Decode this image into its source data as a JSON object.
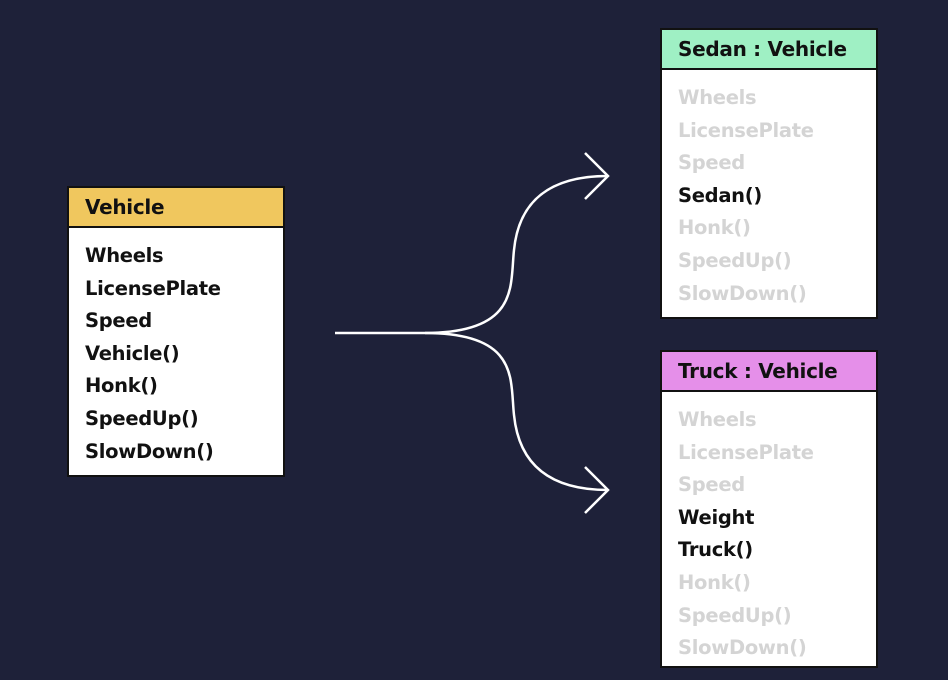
{
  "colors": {
    "background": "#1e2139",
    "vehicle_header": "#f0c75e",
    "sedan_header": "#9ff0c4",
    "truck_header": "#e58fe9",
    "own_member": "#111111",
    "inherited_member": "#d4d4d4",
    "arrow": "#ffffff"
  },
  "vehicle": {
    "title": "Vehicle",
    "members": [
      "Wheels",
      "LicensePlate",
      "Speed",
      "Vehicle()",
      "Honk()",
      "SpeedUp()",
      "SlowDown()"
    ]
  },
  "sedan": {
    "title": "Sedan : Vehicle",
    "members": [
      {
        "label": "Wheels",
        "inherited": true
      },
      {
        "label": "LicensePlate",
        "inherited": true
      },
      {
        "label": "Speed",
        "inherited": true
      },
      {
        "label": "Sedan()",
        "inherited": false
      },
      {
        "label": "Honk()",
        "inherited": true
      },
      {
        "label": "SpeedUp()",
        "inherited": true
      },
      {
        "label": "SlowDown()",
        "inherited": true
      }
    ]
  },
  "truck": {
    "title": "Truck : Vehicle",
    "members": [
      {
        "label": "Wheels",
        "inherited": true
      },
      {
        "label": "LicensePlate",
        "inherited": true
      },
      {
        "label": "Speed",
        "inherited": true
      },
      {
        "label": "Weight",
        "inherited": false
      },
      {
        "label": "Truck()",
        "inherited": false
      },
      {
        "label": "Honk()",
        "inherited": true
      },
      {
        "label": "SpeedUp()",
        "inherited": true
      },
      {
        "label": "SlowDown()",
        "inherited": true
      }
    ]
  }
}
